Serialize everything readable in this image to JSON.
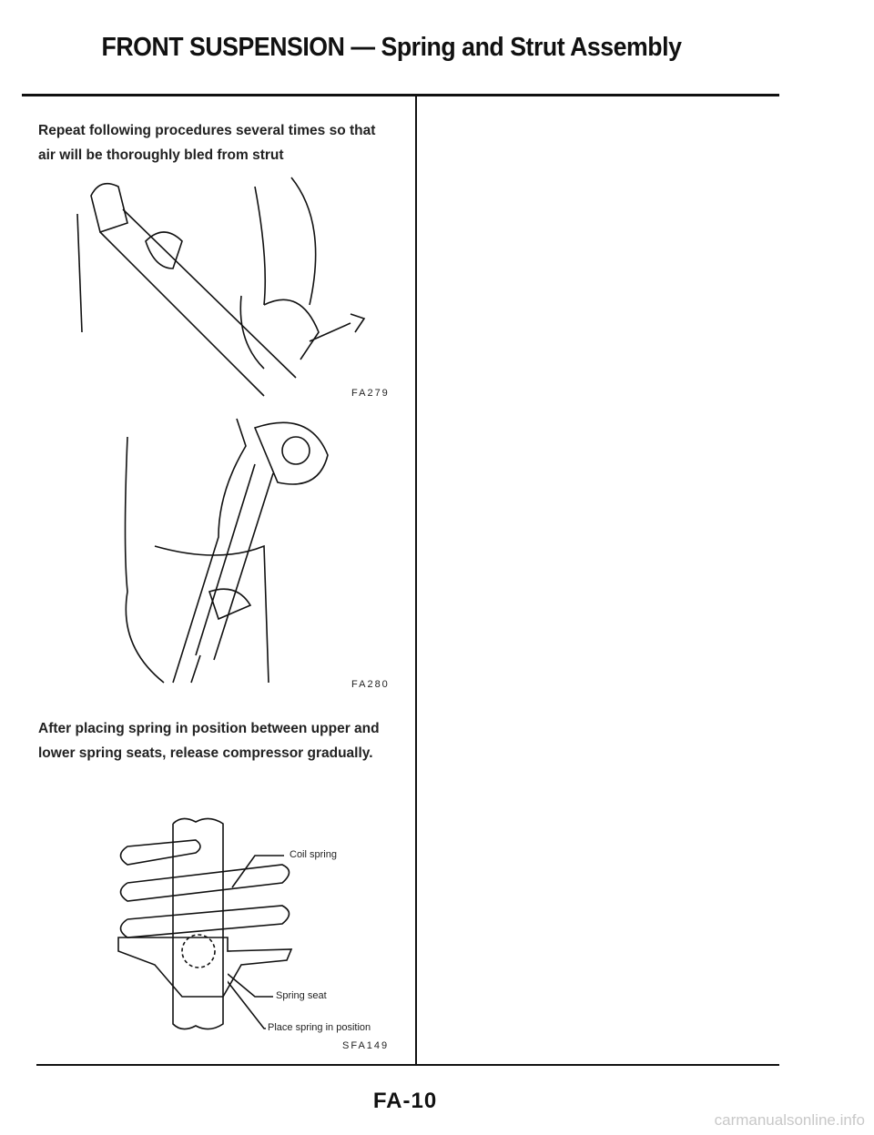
{
  "header": {
    "title": "FRONT SUSPENSION — Spring and Strut Assembly"
  },
  "content": {
    "step1": [
      "Repeat following procedures several times so that",
      "air will be thoroughly bled from strut"
    ],
    "figure1_code": "FA279",
    "figure2_code": "FA280",
    "step2": [
      "After placing spring in position between upper and",
      "lower spring seats, release compressor gradually."
    ],
    "figure3": {
      "labels": {
        "coil_spring": "Coil spring",
        "spring_seat": "Spring seat",
        "place_spring": "Place spring in position"
      },
      "code": "SFA149"
    }
  },
  "footer": {
    "page_number": "FA-10",
    "watermark": "carmanualsonline.info"
  }
}
